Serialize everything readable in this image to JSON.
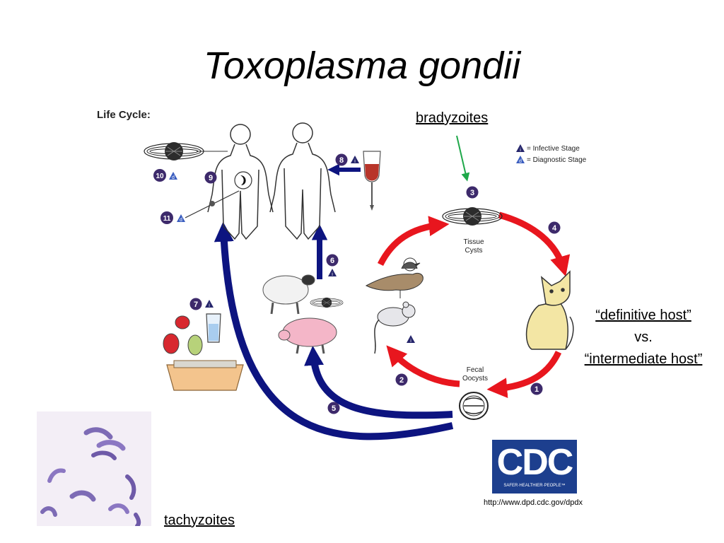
{
  "title": "Toxoplasma gondii",
  "life_cycle_heading": "Life Cycle:",
  "legend": {
    "infective": "= Infective Stage",
    "diagnostic": "= Diagnostic Stage"
  },
  "stage_labels": {
    "tissue_cysts": [
      "Tissue",
      "Cysts"
    ],
    "fecal_oocysts": [
      "Fecal",
      "Oocysts"
    ]
  },
  "step_numbers": [
    "1",
    "2",
    "3",
    "4",
    "5",
    "6",
    "7",
    "8",
    "9",
    "10",
    "11"
  ],
  "triangle_letters": {
    "infective": "i",
    "diagnostic": "d"
  },
  "annotations": {
    "bradyzoites": "bradyzoites",
    "definitive_host": "“definitive host”",
    "vs": "vs.",
    "intermediate_host": "“intermediate host”",
    "tachyzoites": "tachyzoites"
  },
  "logo": {
    "letters": "CDC",
    "tagline": "SAFER·HEALTHIER·PEOPLE™",
    "url": "http://www.dpd.cdc.gov/dpdx"
  },
  "colors": {
    "red_arrow": "#e8161e",
    "blue_arrow": "#0d1480",
    "step_badge": "#3d2a6b",
    "green_pointer": "#1fa84a",
    "cdc_blue": "#1d3f8e"
  }
}
